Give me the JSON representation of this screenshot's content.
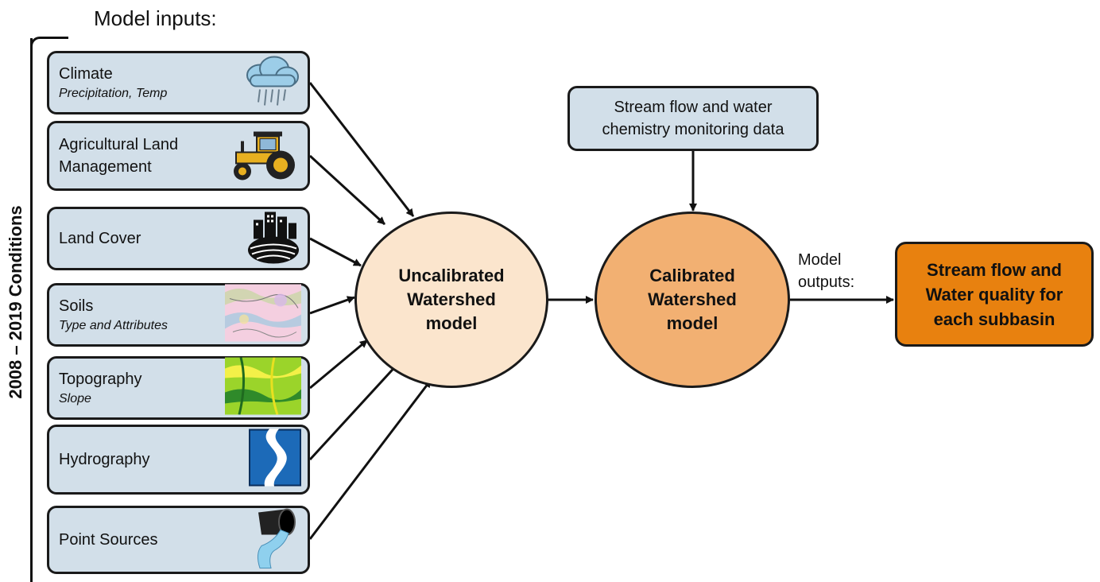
{
  "inputs_title": "Model inputs:",
  "side_label": "2008 – 2019 Conditions",
  "inputs": [
    {
      "label": "Climate",
      "sub": "Precipitation, Temp",
      "icon": "rain-cloud-icon"
    },
    {
      "label": "Agricultural Land\nManagement",
      "sub": "",
      "icon": "tractor-icon"
    },
    {
      "label": "Land Cover",
      "sub": "",
      "icon": "city-farmland-icon"
    },
    {
      "label": "Soils",
      "sub": "Type and Attributes",
      "icon": "soil-map-icon"
    },
    {
      "label": "Topography",
      "sub": "Slope",
      "icon": "slope-map-icon"
    },
    {
      "label": "Hydrography",
      "sub": "",
      "icon": "river-icon"
    },
    {
      "label": "Point Sources",
      "sub": "",
      "icon": "discharge-pipe-icon"
    }
  ],
  "uncalibrated_model": "Uncalibrated\nWatershed\nmodel",
  "calibrated_model": "Calibrated\nWatershed\nmodel",
  "monitoring_data": "Stream flow and water\nchemistry monitoring data",
  "outputs_label": "Model\noutputs:",
  "result": "Stream flow and\nWater quality for\neach subbasin",
  "colors": {
    "input_box": "#d2dfe9",
    "uncalibrated": "#fbe5cd",
    "calibrated": "#f2b072",
    "result": "#e8810f"
  }
}
